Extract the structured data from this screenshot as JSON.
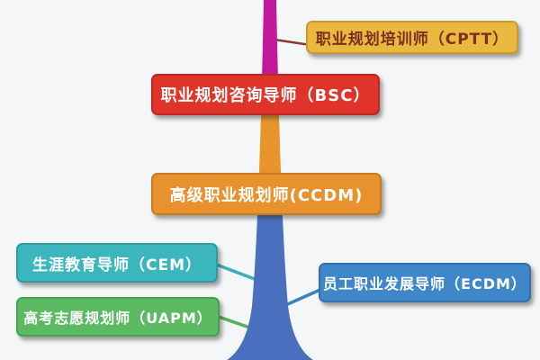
{
  "diagram_type": "career-certification-funnel",
  "background_color": "#f4f6f7",
  "nodes": {
    "cptt": {
      "label": "职业规划培训师（CPTT）",
      "bg": "#e9b83e",
      "border": "#c9992f",
      "text_color": "#7a2f1f"
    },
    "bsc": {
      "label": "职业规划咨询导师（BSC）",
      "bg": "#e0342b",
      "border": "#bc2722",
      "text_color": "#ffffff"
    },
    "ccdm": {
      "label": "高级职业规划师(CCDM)",
      "bg": "#e8922d",
      "border": "#c67a22",
      "text_color": "#ffffff"
    },
    "cem": {
      "label": "生涯教育导师（CEM）",
      "bg": "#3ab6bc",
      "border": "#2e9aa2",
      "text_color": "#ffffff"
    },
    "uapm": {
      "label": "高考志愿规划师（UAPM）",
      "bg": "#5cba62",
      "border": "#47a050",
      "text_color": "#ffffff"
    },
    "ecdm": {
      "label": "员工职业发展导师（ECDM）",
      "bg": "#3f87c9",
      "border": "#3370ac",
      "text_color": "#ffffff"
    }
  },
  "funnel": {
    "top_color": "#c2189b",
    "middle_color": "#e8942b",
    "bottom_color": "#4a6fbe"
  },
  "connectors": {
    "cptt_line_color": "#8b3a2e",
    "cem_line_color": "#3aafb5",
    "uapm_line_color": "#55b05e",
    "ecdm_line_color": "#4080be"
  }
}
